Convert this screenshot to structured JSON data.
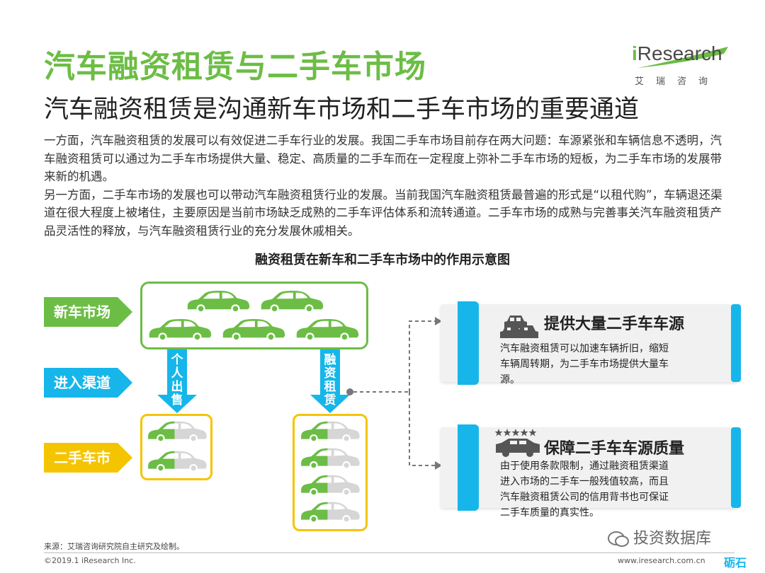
{
  "header": {
    "title": "汽车融资租赁与二手车市场",
    "subtitle": "汽车融资租赁是沟通新车市场和二手车市场的重要通道"
  },
  "logo": {
    "word_i": "i",
    "word_rest": "Research",
    "sub": "艾瑞咨询"
  },
  "body": {
    "para1": "一方面，汽车融资租赁的发展可以有效促进二手车行业的发展。我国二手车市场目前存在两大问题：车源紧张和车辆信息不透明，汽车融资租赁可以通过为二手车市场提供大量、稳定、高质量的二手车而在一定程度上弥补二手车市场的短板，为二手车市场的发展带来新的机遇。",
    "para2": "另一方面，二手车市场的发展也可以带动汽车融资租赁行业的发展。当前我国汽车融资租赁最普遍的形式是“以租代购”，车辆退还渠道在很大程度上被堵住，主要原因是当前市场缺乏成熟的二手车评估体系和流转通道。二手车市场的成熟与完善事关汽车融资租赁产品灵活性的释放，与汽车融资租赁行业的充分发展休戚相关。"
  },
  "diagram": {
    "title": "融资租赁在新车和二手车市场中的作用示意图",
    "labels": {
      "new_market": "新车市场",
      "channel": "进入渠道",
      "used_market": "二手车市场"
    },
    "arrows": {
      "personal_sale": [
        "个",
        "人",
        "出",
        "售"
      ],
      "financing_lease": [
        "融",
        "资",
        "租",
        "赁"
      ]
    },
    "cards": [
      {
        "title": "提供大量二手车车源",
        "text": "汽车融资租赁可以加速车辆折旧，缩短车辆周转期，为二手车市场提供大量车源。",
        "icon": "two-cars-icon"
      },
      {
        "title": "保障二手车车源质量",
        "text": "由于使用条款限制，通过融资租赁渠道进入市场的二手车一般残值较高，而且汽车融资租赁公司的信用背书也可保证二手车质量的真实性。",
        "icon": "five-star-car-icon"
      }
    ]
  },
  "footer": {
    "source": "来源：艾瑞咨询研究院自主研究及绘制。",
    "copyright": "©2019.1 iResearch Inc.",
    "site": "www.iresearch.com.cn"
  },
  "watermark": {
    "text": "投资数据库",
    "tag": "砺石"
  },
  "colors": {
    "green": "#6cbd45",
    "blue": "#16b6ea",
    "yellow": "#f5c400",
    "card_bg": "#f1f1f1"
  }
}
